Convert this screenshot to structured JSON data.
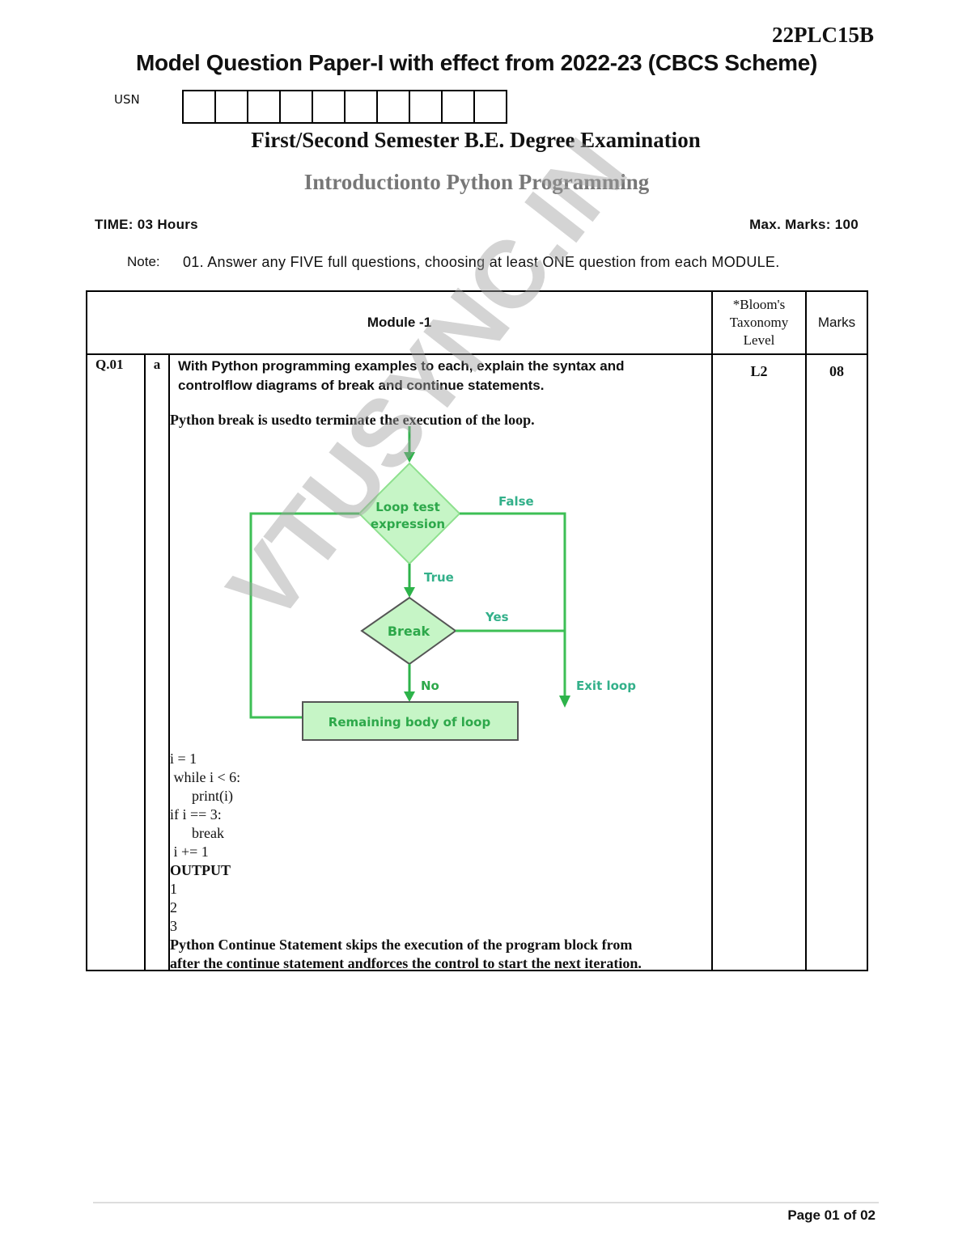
{
  "header": {
    "course_code": "22PLC15B",
    "title": "Model Question Paper-I with effect from 2022-23 (CBCS Scheme)",
    "usn_label": "USN",
    "usn_box_count": 10,
    "exam": "First/Second Semester B.E. Degree Examination",
    "subject": "Introductionto Python Programming",
    "time": "TIME: 03 Hours",
    "max_marks": "Max. Marks: 100",
    "note_label": "Note:",
    "note_text": "01. Answer any FIVE full questions, choosing at least ONE question from each MODULE."
  },
  "table": {
    "module_header": "Module -1",
    "bloom_header": [
      "*Bloom's",
      "Taxonomy",
      "Level"
    ],
    "marks_header": "Marks",
    "question": {
      "number": "Q.01",
      "sub": "a",
      "text_lines": [
        "With Python programming examples to each, explain the syntax and",
        "controlflow diagrams of break and continue statements."
      ],
      "level": "L2",
      "marks": "08",
      "break_description": "Python break is usedto terminate the execution of the loop.",
      "flowchart": {
        "loop_test": [
          "Loop test",
          "expression"
        ],
        "false_label": "False",
        "true_label": "True",
        "break_label": "Break",
        "yes_label": "Yes",
        "no_label": "No",
        "exit_label": "Exit loop",
        "body_label": "Remaining body of loop"
      },
      "code_lines": [
        "i = 1",
        " while i < 6:",
        "      print(i)",
        "if i == 3:",
        "      break",
        " i += 1"
      ],
      "output_label": "OUTPUT",
      "output_lines": [
        "1",
        "2",
        "3"
      ],
      "continue_desc": [
        "Python Continue Statement skips the execution of the program block from",
        "after the continue statement andforces the control to start the next iteration."
      ]
    }
  },
  "watermark": "VTUSYNC.IN",
  "footer": {
    "page": "Page 01 of 02"
  }
}
